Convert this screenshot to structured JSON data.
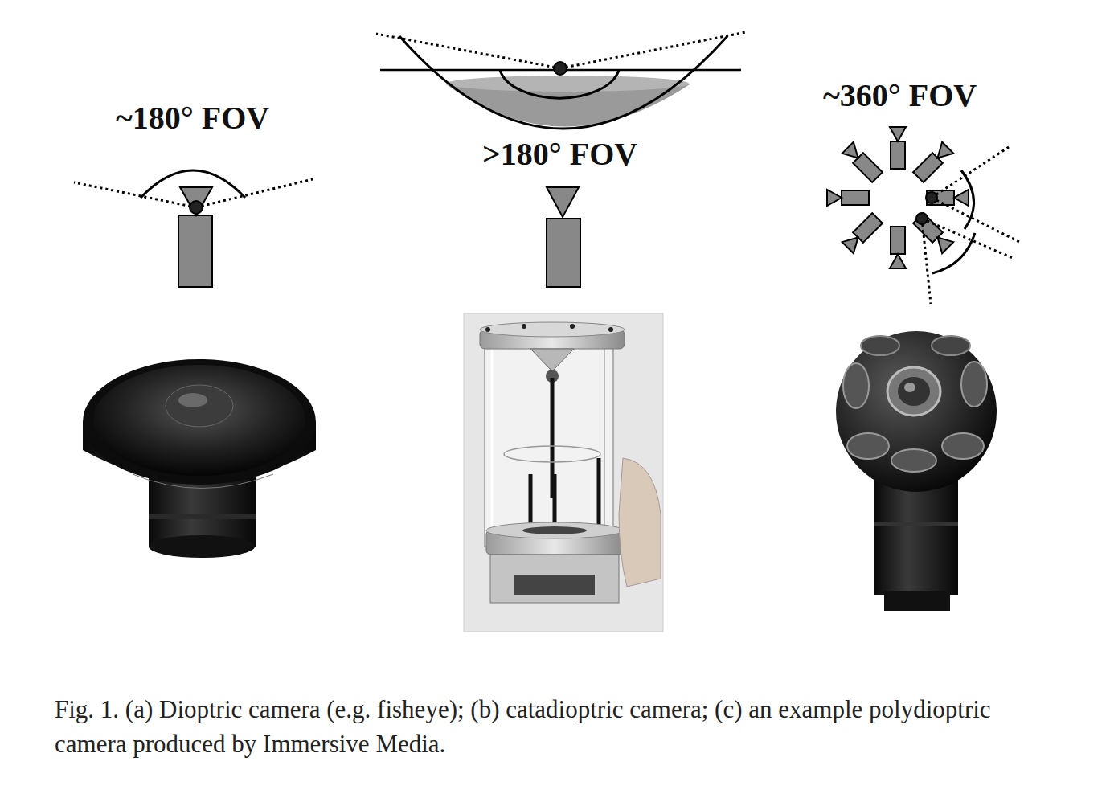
{
  "diagram": {
    "caption": "Fig. 1. (a) Dioptric camera (e.g. fisheye); (b) catadioptric camera; (c) an example polydioptric camera produced by Immersive Media.",
    "labels": [
      "~180° FOV",
      ">180° FOV",
      "~360° FOV"
    ]
  }
}
